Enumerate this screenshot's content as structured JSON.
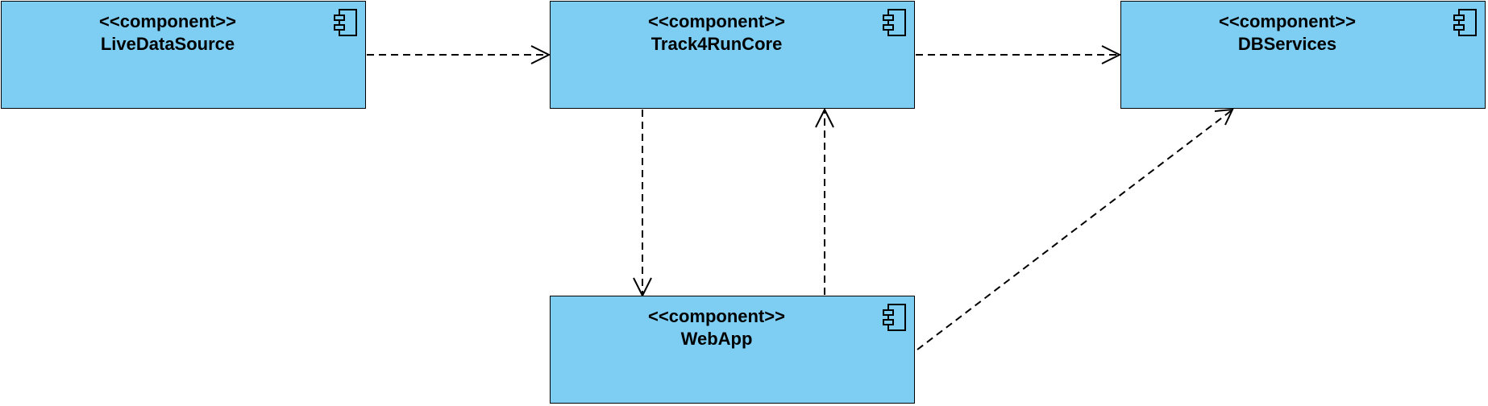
{
  "components": {
    "live": {
      "stereotype": "<<component>>",
      "name": "LiveDataSource"
    },
    "core": {
      "stereotype": "<<component>>",
      "name": "Track4RunCore"
    },
    "db": {
      "stereotype": "<<component>>",
      "name": "DBServices"
    },
    "web": {
      "stereotype": "<<component>>",
      "name": "WebApp"
    }
  },
  "dependencies": [
    {
      "from": "LiveDataSource",
      "to": "Track4RunCore"
    },
    {
      "from": "Track4RunCore",
      "to": "DBServices"
    },
    {
      "from": "Track4RunCore",
      "to": "WebApp"
    },
    {
      "from": "WebApp",
      "to": "Track4RunCore"
    },
    {
      "from": "WebApp",
      "to": "DBServices"
    }
  ],
  "colors": {
    "component_fill": "#7ecef4",
    "stroke": "#000000"
  }
}
